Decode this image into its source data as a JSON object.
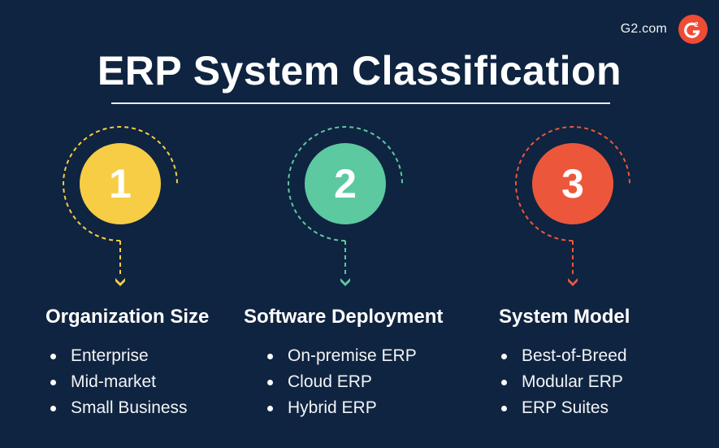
{
  "brand": {
    "text": "G2.com",
    "logo_icon": "g2-logo-icon",
    "logo_color": "#ef4b35"
  },
  "title": "ERP System Classification",
  "columns": [
    {
      "number": "1",
      "color": "#f6cd44",
      "heading": "Organization Size",
      "items": [
        "Enterprise",
        "Mid-market",
        "Small Business"
      ]
    },
    {
      "number": "2",
      "color": "#5cc9a0",
      "heading": "Software Deployment",
      "items": [
        "On-premise ERP",
        "Cloud ERP",
        "Hybrid ERP"
      ]
    },
    {
      "number": "3",
      "color": "#ec573c",
      "heading": "System Model",
      "items": [
        "Best-of-Breed",
        "Modular ERP",
        "ERP Suites"
      ]
    }
  ],
  "colors": {
    "background": "#0f2440",
    "text": "#ffffff"
  }
}
